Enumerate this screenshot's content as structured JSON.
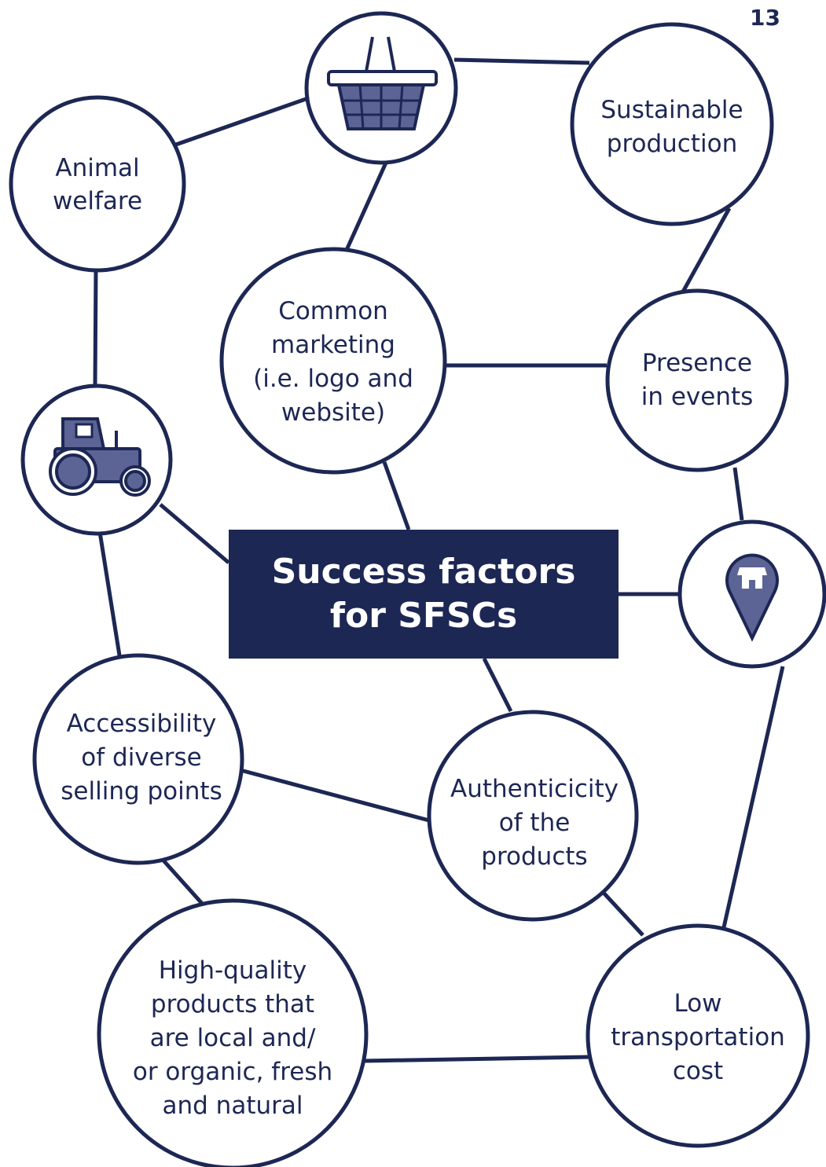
{
  "page_number": "13",
  "center_title": "Success factors\nfor SFSCs",
  "colors": {
    "navy": "#1d2754",
    "icon_fill": "#5b6495",
    "background": "#ffffff"
  },
  "nodes": [
    {
      "id": "animal-welfare",
      "lines": [
        "Animal",
        "welfare"
      ]
    },
    {
      "id": "basket",
      "icon": "shopping-basket-icon"
    },
    {
      "id": "sustainable-production",
      "lines": [
        "Sustainable",
        "production"
      ]
    },
    {
      "id": "common-marketing",
      "lines": [
        "Common",
        "marketing",
        "(i.e. logo and",
        "website)"
      ]
    },
    {
      "id": "presence-in-events",
      "lines": [
        "Presence",
        "in events"
      ]
    },
    {
      "id": "tractor",
      "icon": "tractor-icon"
    },
    {
      "id": "store-location",
      "icon": "store-location-pin-icon"
    },
    {
      "id": "accessibility",
      "lines": [
        "Accessibility",
        "of diverse",
        "selling points"
      ]
    },
    {
      "id": "authenticity",
      "lines": [
        "Authenticicity",
        "of the",
        "products"
      ]
    },
    {
      "id": "high-quality",
      "lines": [
        "High-quality",
        "products that",
        "are local and/",
        "or organic, fresh",
        "and natural"
      ]
    },
    {
      "id": "low-transport",
      "lines": [
        "Low",
        "transportation",
        "cost"
      ]
    }
  ]
}
